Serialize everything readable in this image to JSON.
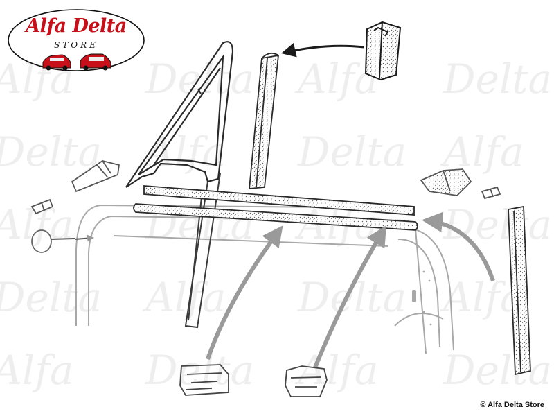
{
  "logo": {
    "brand": "Alfa Delta",
    "subtitle": "STORE",
    "brand_color": "#c8101a",
    "car_color": "#c8101a"
  },
  "watermark": {
    "words": [
      "Alfa",
      "Delta"
    ],
    "color": "#eeeeee"
  },
  "copyright": "© Alfa Delta Store",
  "diagram": {
    "line_color": "#2a2a2a",
    "faded_color": "#a8a8a8",
    "arrow_color": "#9a9a9a"
  }
}
